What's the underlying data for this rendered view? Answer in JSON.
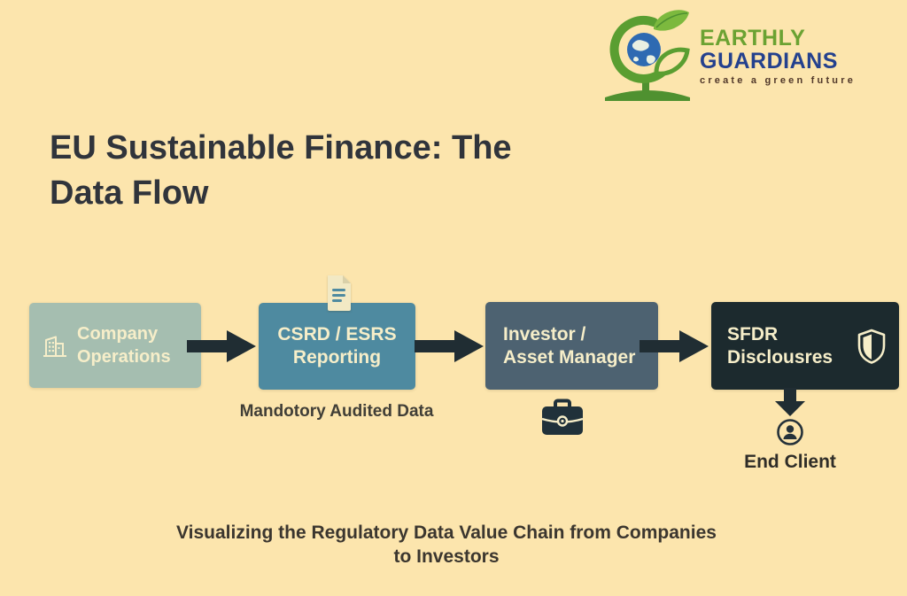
{
  "logo": {
    "brand_line1": "EARTHLY",
    "brand_line2": "GUARDIANS",
    "tagline": "create a green future"
  },
  "title": {
    "line1": "EU Sustainable Finance: The",
    "line2": "Data Flow"
  },
  "flow": {
    "nodes": [
      {
        "id": "company-operations",
        "label": "Company Operations",
        "icon": "building-icon",
        "color": "#a5beb0"
      },
      {
        "id": "csrd-esrs-reporting",
        "label": "CSRD / ESRS Reporting",
        "icon": "document-icon",
        "color": "#4e8aa0",
        "annotation": "Mandotory Audited Data"
      },
      {
        "id": "investor-asset-manager",
        "label": "Investor / Asset Manager",
        "icon": "briefcase-icon",
        "color": "#4d6271"
      },
      {
        "id": "sfdr-disclosures",
        "label": "SFDR Disclousres",
        "icon": "shield-icon",
        "color": "#1c2a2e"
      }
    ],
    "end_node": {
      "label": "End Client",
      "icon": "person-icon"
    }
  },
  "caption": "Visualizing the Regulatory Data Value Chain from Companies to Investors",
  "colors": {
    "background": "#fce5ad",
    "arrow": "#202d33",
    "box_text": "#f6eec9",
    "title_text": "#30343b",
    "caption_text": "#3b362f",
    "logo_green": "#5a9e31",
    "logo_leaf_light": "#7cb93e",
    "logo_globe_blue": "#2e6ab2",
    "brand_green": "#6ba232",
    "brand_blue": "#24418e"
  }
}
